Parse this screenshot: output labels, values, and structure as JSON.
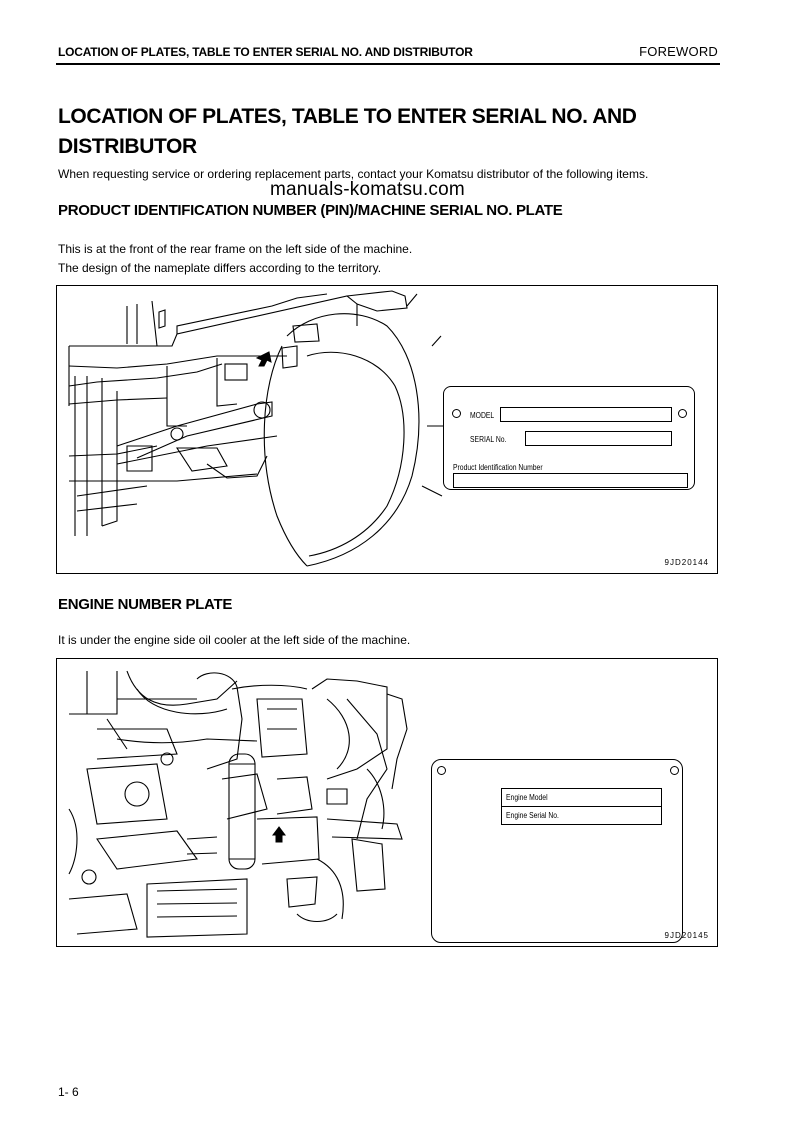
{
  "header": {
    "section_title": "LOCATION OF PLATES, TABLE TO ENTER SERIAL NO. AND DISTRIBUTOR",
    "chapter": "FOREWORD"
  },
  "title": "LOCATION OF PLATES, TABLE TO ENTER SERIAL NO. AND DISTRIBUTOR",
  "intro": "When requesting service or ordering replacement parts, contact your Komatsu distributor of the following items.",
  "watermark": "manuals-komatsu.com",
  "pin_section": {
    "heading": "PRODUCT IDENTIFICATION NUMBER (PIN)/MACHINE SERIAL NO. PLATE",
    "line1": "This is at the front of the rear frame on the left side of the machine.",
    "line2": "The design of the nameplate differs according to the territory.",
    "figure_code": "9JD20144",
    "plate": {
      "model_label": "MODEL",
      "serial_label": "SERIAL No.",
      "pin_label": "Product Identification Number"
    }
  },
  "engine_section": {
    "heading": "ENGINE NUMBER PLATE",
    "line1": "It is under the engine side oil cooler at the left side of the machine.",
    "figure_code": "9JD20145",
    "plate": {
      "engine_model_label": "Engine Model",
      "engine_serial_label": "Engine Serial No."
    }
  },
  "footer": {
    "page_number": "1- 6"
  }
}
